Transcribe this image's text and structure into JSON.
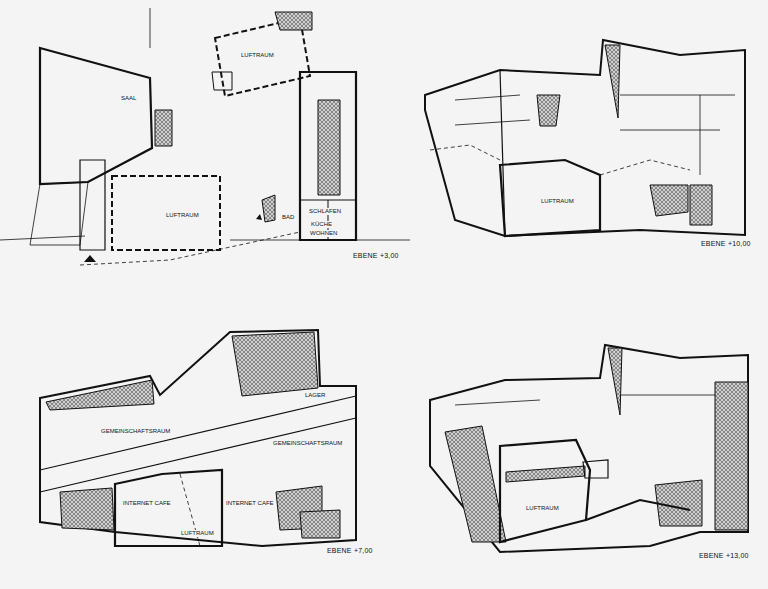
{
  "diagram": {
    "labels": [
      "SAAL",
      "LUFTRAUM",
      "LUFTRAUM",
      "BAD",
      "SCHLAFEN",
      "KÜCHE",
      "WOHNEN",
      "EBENE +3,00",
      "LUFTRAUM",
      "EBENE +10,00",
      "GEMEINSCHAFTSRAUM",
      "LAGER",
      "GEMEINSCHAFTSRAUM",
      "INTERNET CAFE",
      "INTERNET CAFE",
      "LUFTRAUM",
      "EBENE +7,00",
      "LUFTRAUM",
      "EBENE +13,00"
    ]
  }
}
